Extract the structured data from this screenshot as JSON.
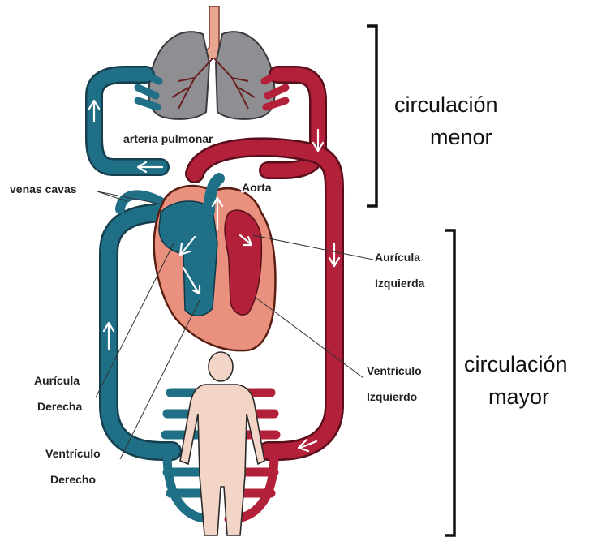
{
  "labels": {
    "arteria_pulmonar": "arteria pulmonar",
    "venas_cavas": "venas cavas",
    "aorta": "Aorta",
    "auricula_izquierda_1": "Aurícula",
    "auricula_izquierda_2": "Izquierda",
    "ventriculo_izquierdo_1": "Ventrículo",
    "ventriculo_izquierdo_2": "Izquierdo",
    "auricula_derecha_1": "Aurícula",
    "auricula_derecha_2": "Derecha",
    "ventriculo_derecho_1": "Ventrículo",
    "ventriculo_derecho_2": "Derecho"
  },
  "circulation": {
    "menor_1": "circulación",
    "menor_2": "menor",
    "mayor_1": "circulación",
    "mayor_2": "mayor"
  },
  "colors": {
    "deoxygenated": "#1f6f86",
    "oxygenated": "#b3203a",
    "lungs": "#8f8f93",
    "heart": "#e9907e",
    "body": "#f3d5c8"
  }
}
